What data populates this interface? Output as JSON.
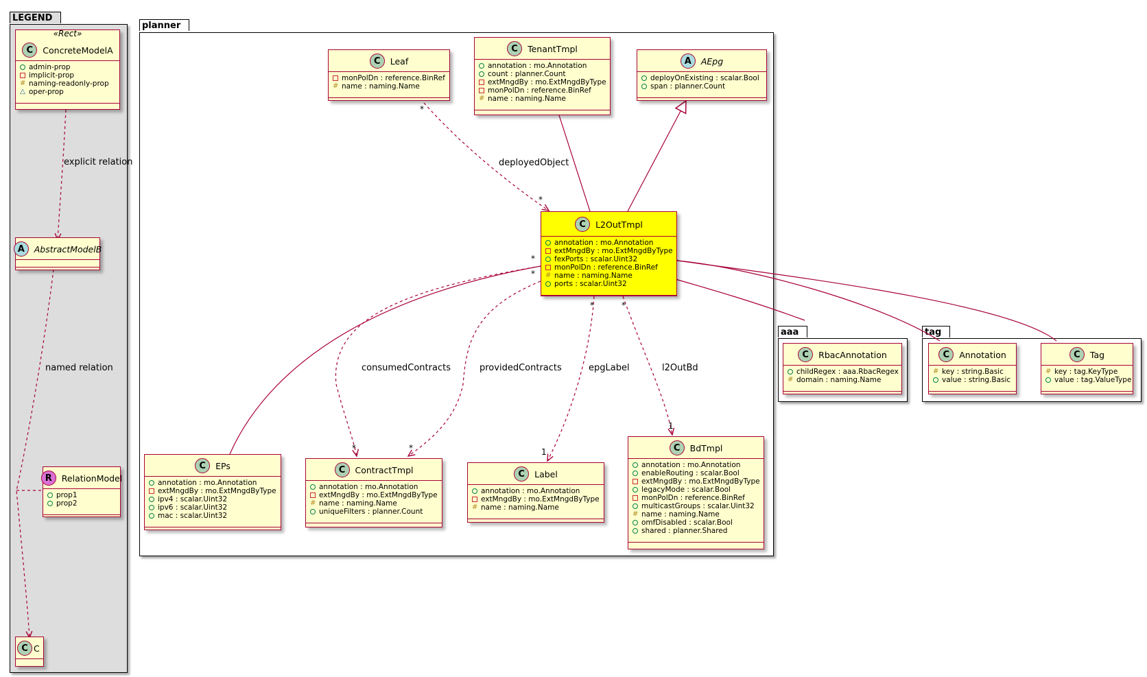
{
  "packages": {
    "legend": "LEGEND",
    "planner": "planner",
    "aaa": "aaa",
    "tag": "tag"
  },
  "legend": {
    "stereotype": "«Rect»",
    "concrete": {
      "name": "ConcreteModelA",
      "props": [
        "admin-prop",
        "implicit-prop",
        "naming-readonly-prop",
        "oper-prop"
      ]
    },
    "abstract": {
      "name": "AbstractModelB"
    },
    "relation": {
      "name": "RelationModel",
      "props": [
        "prop1",
        "prop2"
      ]
    },
    "c": {
      "name": "C"
    },
    "explicit_relation": "explicit relation",
    "named_relation": "named relation"
  },
  "classes": {
    "leaf": {
      "name": "Leaf",
      "props": [
        "monPolDn : reference.BinRef",
        "name : naming.Name"
      ]
    },
    "tenanttmpl": {
      "name": "TenantTmpl",
      "props": [
        "annotation : mo.Annotation",
        "count : planner.Count",
        "extMngdBy : mo.ExtMngdByType",
        "monPolDn : reference.BinRef",
        "name : naming.Name"
      ]
    },
    "aepg": {
      "name": "AEpg",
      "props": [
        "deployOnExisting : scalar.Bool",
        "span : planner.Count"
      ]
    },
    "l2outtmpl": {
      "name": "L2OutTmpl",
      "props": [
        "annotation : mo.Annotation",
        "extMngdBy : mo.ExtMngdByType",
        "fexPorts : scalar.Uint32",
        "monPolDn : reference.BinRef",
        "name : naming.Name",
        "ports : scalar.Uint32"
      ]
    },
    "eps": {
      "name": "EPs",
      "props": [
        "annotation : mo.Annotation",
        "extMngdBy : mo.ExtMngdByType",
        "ipv4 : scalar.Uint32",
        "ipv6 : scalar.Uint32",
        "mac : scalar.Uint32"
      ]
    },
    "contracttmpl": {
      "name": "ContractTmpl",
      "props": [
        "annotation : mo.Annotation",
        "extMngdBy : mo.ExtMngdByType",
        "name : naming.Name",
        "uniqueFilters : planner.Count"
      ]
    },
    "label": {
      "name": "Label",
      "props": [
        "annotation : mo.Annotation",
        "extMngdBy : mo.ExtMngdByType",
        "name : naming.Name"
      ]
    },
    "bdtmpl": {
      "name": "BdTmpl",
      "props": [
        "annotation : mo.Annotation",
        "enableRouting : scalar.Bool",
        "extMngdBy : mo.ExtMngdByType",
        "legacyMode : scalar.Bool",
        "monPolDn : reference.BinRef",
        "multicastGroups : scalar.Uint32",
        "name : naming.Name",
        "omfDisabled : scalar.Bool",
        "shared : planner.Shared"
      ]
    },
    "rbacannotation": {
      "name": "RbacAnnotation",
      "props": [
        "childRegex : aaa.RbacRegex",
        "domain : naming.Name"
      ]
    },
    "annotation": {
      "name": "Annotation",
      "props": [
        "key : string.Basic",
        "value : string.Basic"
      ]
    },
    "tag": {
      "name": "Tag",
      "props": [
        "key : tag.KeyType",
        "value : tag.ValueType"
      ]
    }
  },
  "relations": {
    "deployedObject": "deployedObject",
    "consumedContracts": "consumedContracts",
    "providedContracts": "providedContracts",
    "epgLabel": "epgLabel",
    "l2OutBd": "l2OutBd"
  },
  "multiplicity": {
    "star": "*",
    "one": "1"
  },
  "colors": {
    "class_fill": "#FEFECE",
    "class_border": "#A80036",
    "highlight_fill": "#FFFF00",
    "legend_fill": "#DDDDDD",
    "arrow": "#A80036"
  }
}
